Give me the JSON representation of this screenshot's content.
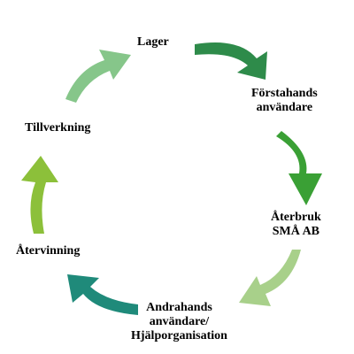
{
  "diagram": {
    "stages": {
      "lager": "Lager",
      "forstahands": [
        "Förstahands",
        "användare"
      ],
      "aterbruk": [
        "Återbruk",
        "SMÅ AB"
      ],
      "andrahands": [
        "Andrahands",
        "användare/",
        "Hjälporganisation"
      ],
      "atervinning": "Återvinning",
      "tillverkning": "Tillverkning"
    },
    "arrow_colors": {
      "lager_to_forstahands": "#2e8b4a",
      "forstahands_to_aterbruk": "#3aa035",
      "aterbruk_to_andrahands": "#a8d08a",
      "andrahands_to_atervinning": "#1f8a7a",
      "atervinning_to_tillverkning": "#8cc03a",
      "tillverkning_to_lager": "#86c68a"
    }
  }
}
